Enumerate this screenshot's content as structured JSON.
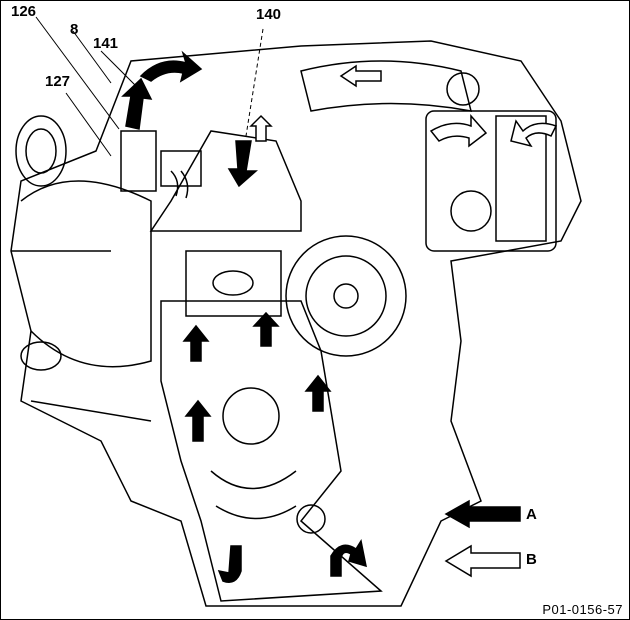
{
  "figure": {
    "callouts": [
      "126",
      "8",
      "141",
      "127",
      "140"
    ],
    "legend": [
      {
        "key": "A",
        "style": "filled-arrow"
      },
      {
        "key": "B",
        "style": "outline-arrow"
      }
    ],
    "figure_code": "P01-0156-57"
  },
  "colors": {
    "ink": "#000000",
    "paper": "#ffffff"
  }
}
